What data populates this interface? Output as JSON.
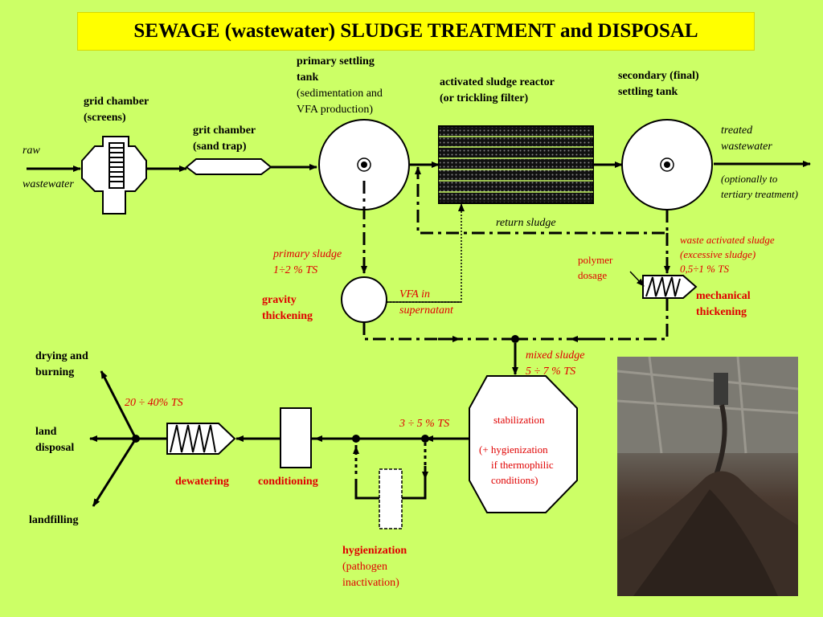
{
  "title": "SEWAGE (wastewater) SLUDGE TREATMENT and DISPOSAL",
  "labels": {
    "raw": "raw",
    "wastewater": "wastewater",
    "grid_chamber_1": "grid chamber",
    "grid_chamber_2": "(screens)",
    "grit_chamber_1": "grit chamber",
    "grit_chamber_2": "(sand trap)",
    "primary_tank_1": "primary settling",
    "primary_tank_2": "tank",
    "primary_tank_3": "(sedimentation and",
    "primary_tank_4": "VFA production)",
    "reactor_1": "activated sludge reactor",
    "reactor_2": "(or trickling filter)",
    "secondary_1": "secondary (final)",
    "secondary_2": "settling tank",
    "treated_1": "treated",
    "treated_2": "wastewater",
    "tertiary_1": "(optionally to",
    "tertiary_2": "tertiary treatment)",
    "return_sludge": "return sludge",
    "primary_sludge_1": "primary sludge",
    "primary_sludge_2": "1÷2 % TS",
    "gravity_1": "gravity",
    "gravity_2": "thickening",
    "vfa_1": "VFA in",
    "vfa_2": "supernatant",
    "was_1": "waste activated sludge",
    "was_2": "(excessive sludge)",
    "was_3": "0,5÷1 % TS",
    "polymer_1": "polymer",
    "polymer_2": "dosage",
    "mech_1": "mechanical",
    "mech_2": "thickening",
    "mixed_1": "mixed sludge",
    "mixed_2": "5 ÷ 7 % TS",
    "stab_1": "stabilization",
    "stab_2": "(+ hygienization",
    "stab_3": "if thermophilic",
    "stab_4": "conditions)",
    "ts_3_5": "3 ÷ 5 % TS",
    "ts_20_40": "20 ÷ 40% TS",
    "drying_1": "drying and",
    "drying_2": "burning",
    "land_1": "land",
    "land_2": "disposal",
    "landfilling": "landfilling",
    "dewatering": "dewatering",
    "conditioning": "conditioning",
    "hyg_1": "hygienization",
    "hyg_2": "(pathogen",
    "hyg_3": "inactivation)"
  },
  "colors": {
    "background": "#ccff66",
    "title_bg": "#ffff00",
    "highlight_text": "#e00000"
  },
  "photo": {
    "icon": "sludge-pile-photo"
  }
}
